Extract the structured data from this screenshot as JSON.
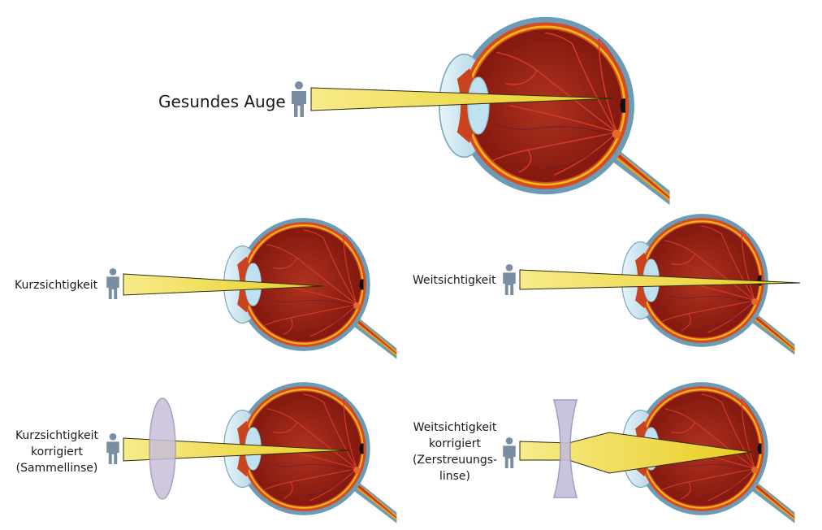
{
  "labels": {
    "healthy": "Gesundes Auge",
    "myopia": "Kurzsichtigkeit",
    "hyperopia": "Weitsichtigkeit",
    "myopia_corrected_1": "Kurzsichtigkeit",
    "myopia_corrected_2": "korrigiert",
    "myopia_corrected_3": "(Sammellinse)",
    "hyperopia_corrected_1": "Weitsichtigkeit",
    "hyperopia_corrected_2": "korrigiert",
    "hyperopia_corrected_3": "(Zerstreuungs-",
    "hyperopia_corrected_4": "linse)"
  },
  "colors": {
    "sclera": "#6b9bb5",
    "choroid": "#d94a1f",
    "retina_line": "#f2b81a",
    "vitreous": "#9a1f14",
    "vitreous_dark": "#6e120b",
    "vessel": "#d23a2a",
    "lens": "#bfe2f0",
    "cornea": "#d8eef6",
    "ray": "#f5e44a",
    "ray_stroke": "#2b2b10",
    "person": "#7a8ea3",
    "convex_lens": "#c7bfda",
    "concave_lens": "#c4bedb",
    "nerve_outer": "#6b9bb5",
    "nerve_inner": "#e8a020"
  },
  "icons": [
    "person-icon",
    "eye-icon",
    "convex-lens-icon",
    "concave-lens-icon"
  ]
}
